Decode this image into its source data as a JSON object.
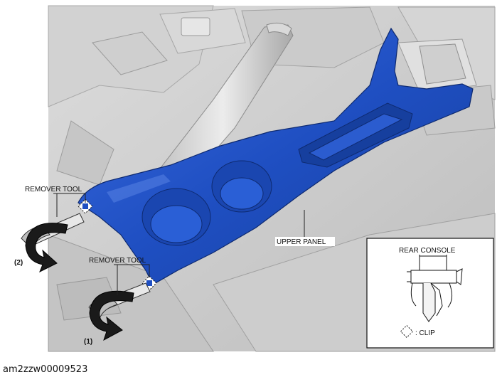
{
  "labels": {
    "remover_tool_1": "REMOVER TOOL",
    "remover_tool_2": "REMOVER TOOL",
    "step_1": "(1)",
    "step_2": "(2)",
    "upper_panel": "UPPER PANEL",
    "rear_console": "REAR CONSOLE",
    "clip_legend": ": CLIP"
  },
  "caption": "am2zzw00009523",
  "colors": {
    "panel_blue": "#1f4fc2",
    "panel_dark": "#14348a",
    "panel_light": "#5b86e6",
    "background_gray": "#c9c9c9",
    "line": "#222222"
  }
}
